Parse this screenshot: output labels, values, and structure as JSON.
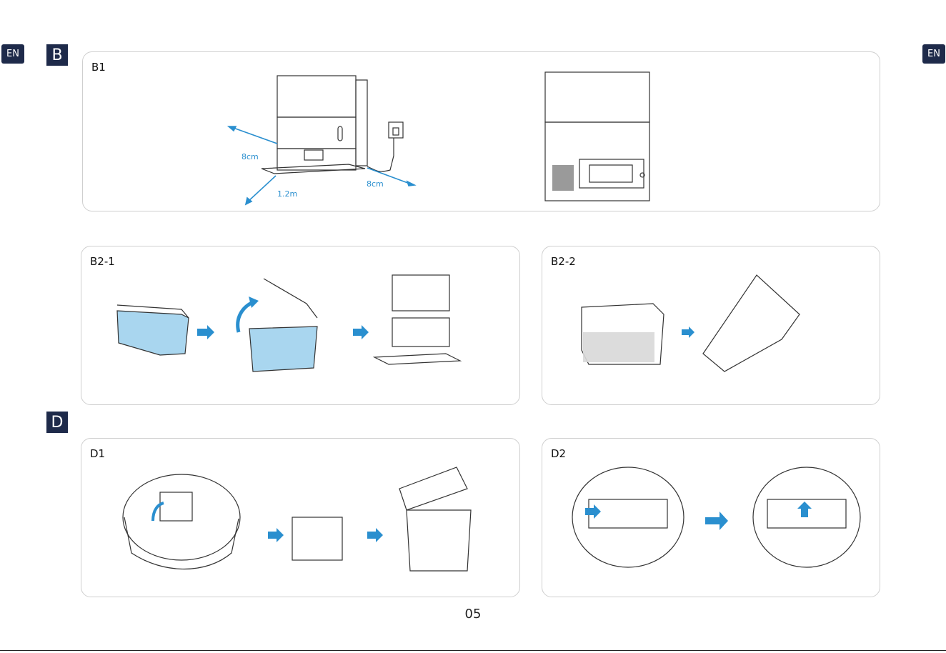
{
  "header": {
    "lang_left": "EN",
    "lang_right": "EN"
  },
  "sections": {
    "b": "B",
    "d": "D"
  },
  "panels": {
    "b1": {
      "label": "B1",
      "dims": [
        "8cm",
        "1.2m",
        "8cm"
      ]
    },
    "b2_1": {
      "label": "B2-1"
    },
    "b2_2": {
      "label": "B2-2"
    },
    "d1": {
      "label": "D1"
    },
    "d2": {
      "label": "D2"
    }
  },
  "footer": {
    "page_number": "05"
  },
  "colors": {
    "accent": "#2a8fcf",
    "badge": "#1e2a4a",
    "water": "#a9d6ef"
  }
}
